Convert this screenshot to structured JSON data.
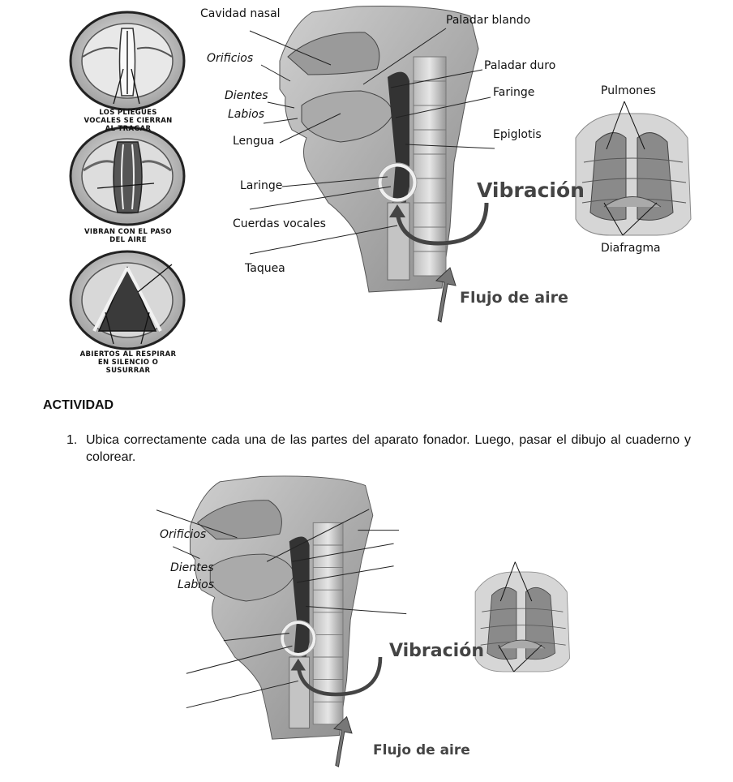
{
  "figure_top": {
    "vocal_fold_captions": [
      "LOS PLIEGUES VOCALES SE CIERRAN AL TRAGAR",
      "VIBRAN CON EL PASO DEL AIRE",
      "ABIERTOS AL RESPIRAR EN SILENCIO O SUSURRAR"
    ],
    "labels_left": {
      "cavidad_nasal": "Cavidad nasal",
      "orificios": "Orificios",
      "dientes": "Dientes",
      "labios": "Labios",
      "lengua": "Lengua",
      "laringe": "Laringe",
      "cuerdas_vocales": "Cuerdas vocales",
      "taquea": "Taquea"
    },
    "labels_right": {
      "paladar_blando": "Paladar blando",
      "paladar_duro": "Paladar duro",
      "faringe": "Faringe",
      "epiglotis": "Epiglotis"
    },
    "vibracion": "Vibración",
    "flujo": "Flujo de aire",
    "pulmones": "Pulmones",
    "diafragma": "Diafragma"
  },
  "activity": {
    "title": "ACTIVIDAD",
    "item_number": "1.",
    "item_text": "Ubica correctamente cada una de las partes del aparato fonador. Luego, pasar el dibujo al cuaderno y colorear."
  },
  "figure_bottom": {
    "orificios": "Orificios",
    "dientes": "Dientes",
    "labios": "Labios",
    "vibracion": "Vibración",
    "flujo": "Flujo de aire"
  }
}
